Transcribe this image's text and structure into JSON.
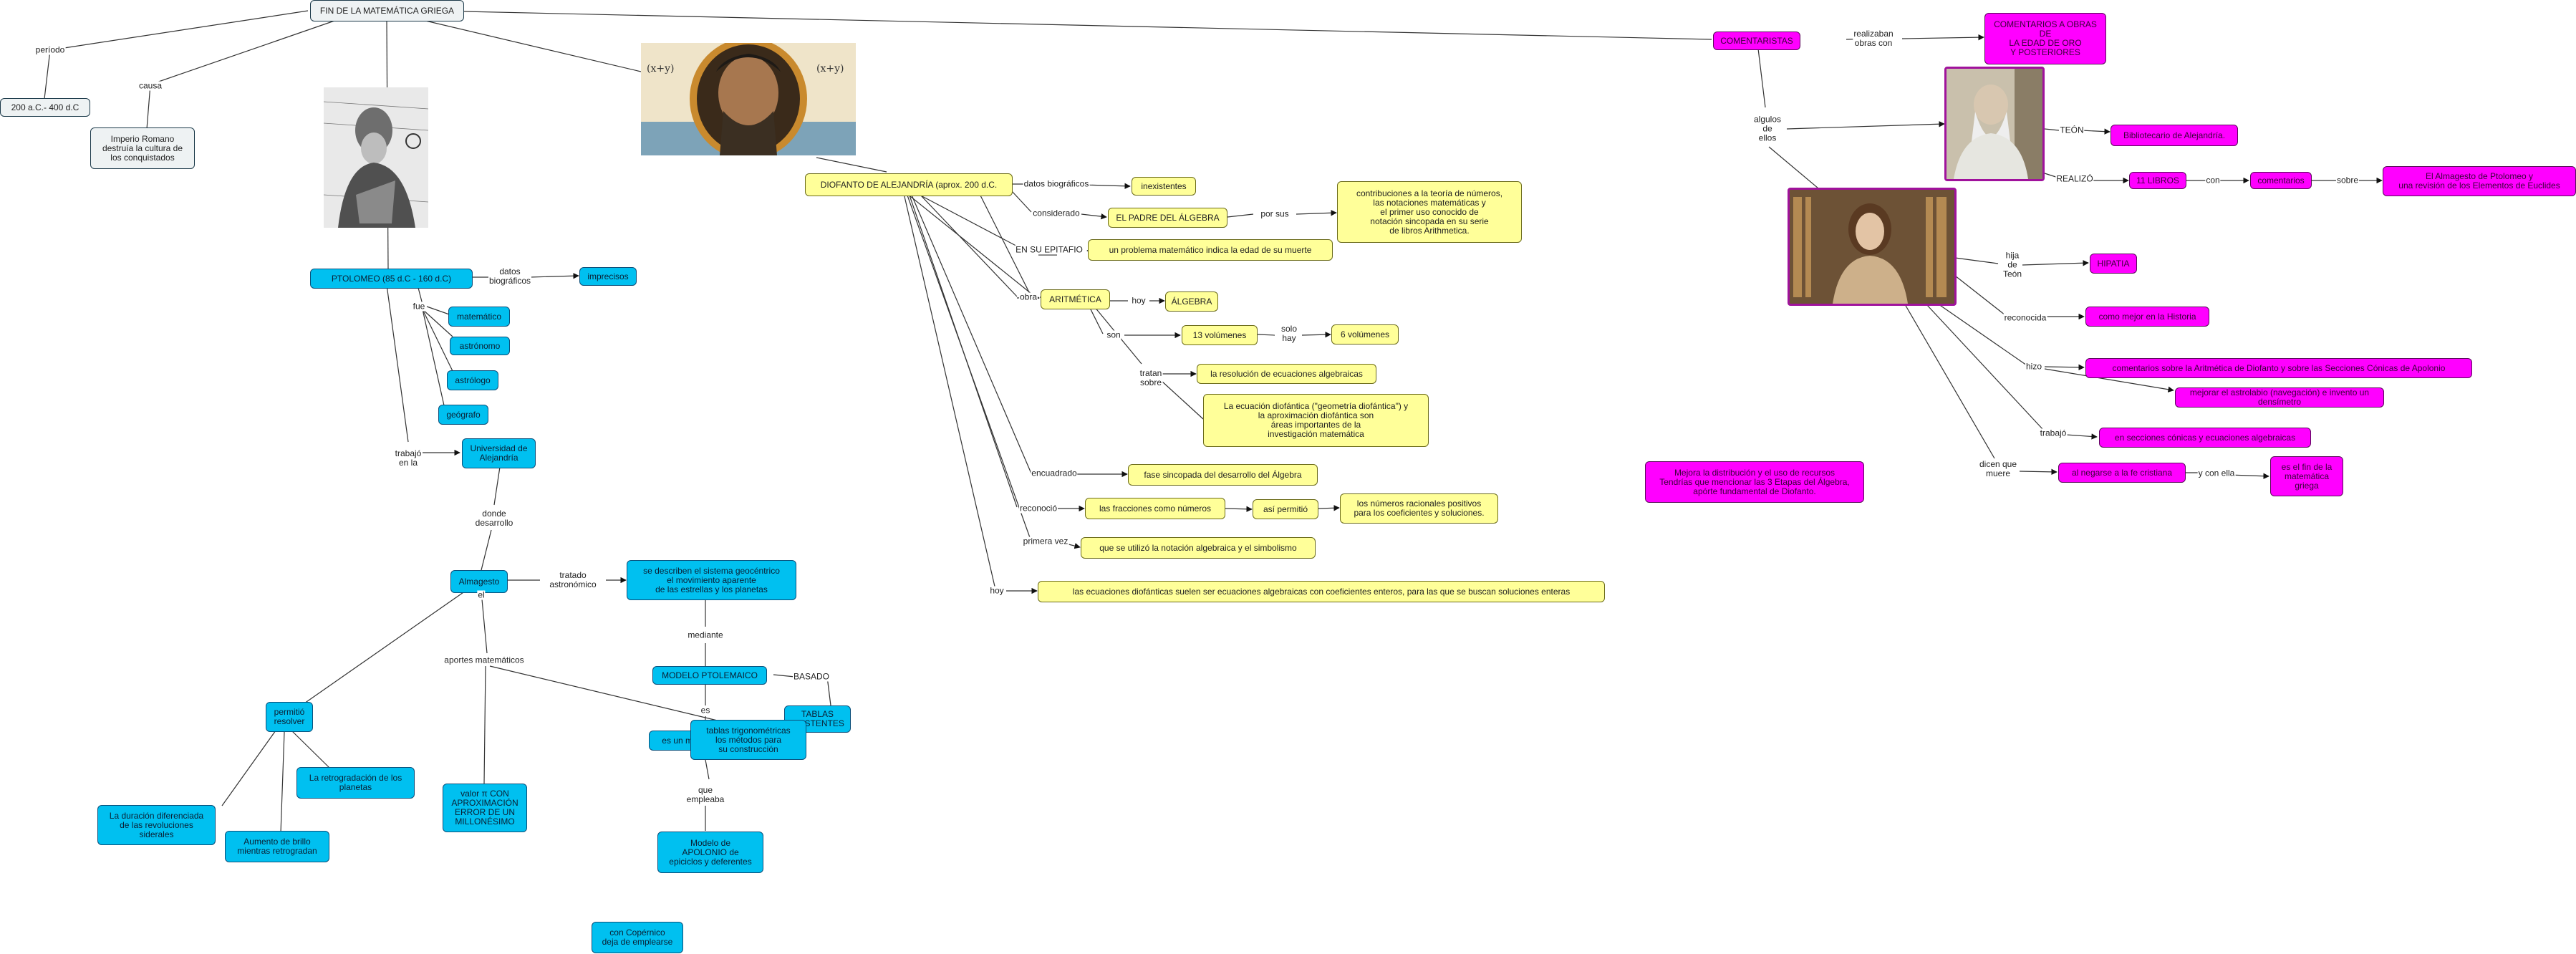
{
  "nodes": {
    "fin": "FIN DE LA MATEMÁTICA GRIEGA",
    "fecha": "200 a.C.- 400 d.C",
    "imperio": "Imperio Romano\ndestruía la cultura de\nlos conquistados",
    "ptolomeo": "PTOLOMEO (85 d.C - 160 d.C)",
    "imprecisos": "imprecisos",
    "matematico": "matemático",
    "astronomo": "astrónomo",
    "astrologo": "astrólogo",
    "geografo": "geógrafo",
    "universidad": "Universidad de\nAlejandría",
    "almagesto": "Almagesto",
    "describen": "se describen el sistema geocéntrico\nel movimiento aparente\nde las estrellas y los planetas",
    "modelo": "MODELO PTOLEMAICO",
    "tablas_exist": "TABLAS\nEXISTENTES",
    "geocentrico": "es un modelo geocéntrico",
    "apolonio": "Modelo de\nAPOLONIO de\nepiciclos y deferentes",
    "permitio": "permitió\nresolver",
    "tablas_trig": "tablas trigonométricas\nlos métodos para\nsu construcción",
    "retrogradacion": "La retrogradación de los\nplanetas",
    "duracion": "La duración diferenciada\nde las revoluciones\nsiderales",
    "aumento": "Aumento de brillo\nmientras retrogradan",
    "valor": "valor π CON\nAPROXIMACIÓN\nERROR DE UN\nMILLONÉSIMO",
    "copernico": "con Copérnico\ndeja de emplearse",
    "diofanto": "DIOFANTO DE ALEJANDRÍA (aprox. 200 d.C.",
    "inexistentes": "inexistentes",
    "padre": "EL PADRE DEL ÁLGEBRA",
    "contribuciones": "contribuciones a la teoría de números,\nlas notaciones matemáticas y\nel primer uso conocido de\nnotación sincopada en su serie\nde libros Arithmetica.",
    "problema": "un problema matemático indica la edad de su muerte",
    "aritmetica": "ARITMÉTICA",
    "algebra": "ÁLGEBRA",
    "volumenes13": "13 volúmenes",
    "volumenes6": "6 volúmenes",
    "resolucion": "la resolución de ecuaciones algebraicas",
    "ecuacion_diof": "La ecuación diofántica (\"geometría diofántica\") y\nla aproximación diofántica son\náreas importantes de la\ninvestigación matemática",
    "fase": "fase sincopada del desarrollo del Álgebra",
    "fracciones": "las fracciones como números",
    "asi_permitio": "así permitió",
    "racionales": "los números racionales positivos\npara los coeficientes y soluciones.",
    "notacion": "que se utilizó la notación algebraica y el simbolismo",
    "ecuaciones_hoy": "las ecuaciones diofánticas suelen ser ecuaciones algebraicas con coeficientes enteros, para las que se buscan soluciones enteras",
    "comentaristas": "COMENTARISTAS",
    "comentarios_obras": "COMENTARIOS A OBRAS\nDE\nLA EDAD DE ORO\nY POSTERIORES",
    "bibliotecario": "Bibliotecario de Alejandría.",
    "libros11": "11 LIBROS",
    "comentarios": "comentarios",
    "almagesto_rev": "El Almagesto de Ptolomeo y\nuna revisión de los Elementos de Euclides",
    "hipatia": "HIPATIA",
    "mejor_mujer": "como mejor en la Historia",
    "comentarios_diof": "comentarios sobre la Aritmética de Diofanto y sobre las Secciones Cónicas de Apolonio",
    "astrolabio": "mejorar el astrolabio (navegación) e invento un densímetro",
    "secciones": "en secciones cónicas y ecuaciones algebraicas",
    "negarse": "al negarse a la fe cristiana",
    "fin_griega": "es el fin de la\nmatemática\ngriega",
    "mejora_dist": "Mejora la distribución y el uso de recursos\nTendrías que mencionar las 3 Etapas del Álgebra,\napórte fundamental de Diofanto."
  },
  "labels": {
    "periodo": "período",
    "causa": "causa",
    "datos_biograficos": "datos\nbiográficos",
    "fue": "fue",
    "trabajo_en": "trabajó\nen la",
    "donde": "donde\ndesarrollo",
    "el": "el",
    "tratado": "tratado\nastronómico",
    "mediante": "mediante",
    "basado": "BASADO",
    "es": "es",
    "que_empleaba": "que\nempleaba",
    "aportes": "aportes matemáticos",
    "datos_biograficos_d": "datos biográficos",
    "considerado": "considerado",
    "por_sus": "por sus",
    "epitafio": "EN SU EPITAFIO",
    "obra": "obra",
    "hoy1": "hoy",
    "son": "son",
    "solo_hay": "solo\nhay",
    "tratan_sobre": "tratan\nsobre",
    "encuadrado": "encuadrado",
    "reconocio": "reconoció",
    "primera_vez": "primera vez",
    "hoy2": "hoy",
    "realizaban": "realizaban\nobras con",
    "algunos": "algulos\nde\nellos",
    "teon": "TEÓN",
    "realizo": "REALIZÓ",
    "con": "con",
    "sobre": "sobre",
    "hija": "hija\nde\nTeón",
    "reconocida": "reconocida",
    "hizo": "hizo",
    "trabajo": "trabajó",
    "dicen": "dicen que\nmuere",
    "y_con_ella": "y con ella"
  },
  "colors": {
    "gray": "#eef2f3",
    "cyan": "#00c0f0",
    "yellow": "#ffff99",
    "magenta": "#ff00ff"
  },
  "icons": [
    "portrait-engraving-image",
    "diophantus-portrait-image",
    "theon-portrait-image",
    "hypatia-portrait-image"
  ]
}
